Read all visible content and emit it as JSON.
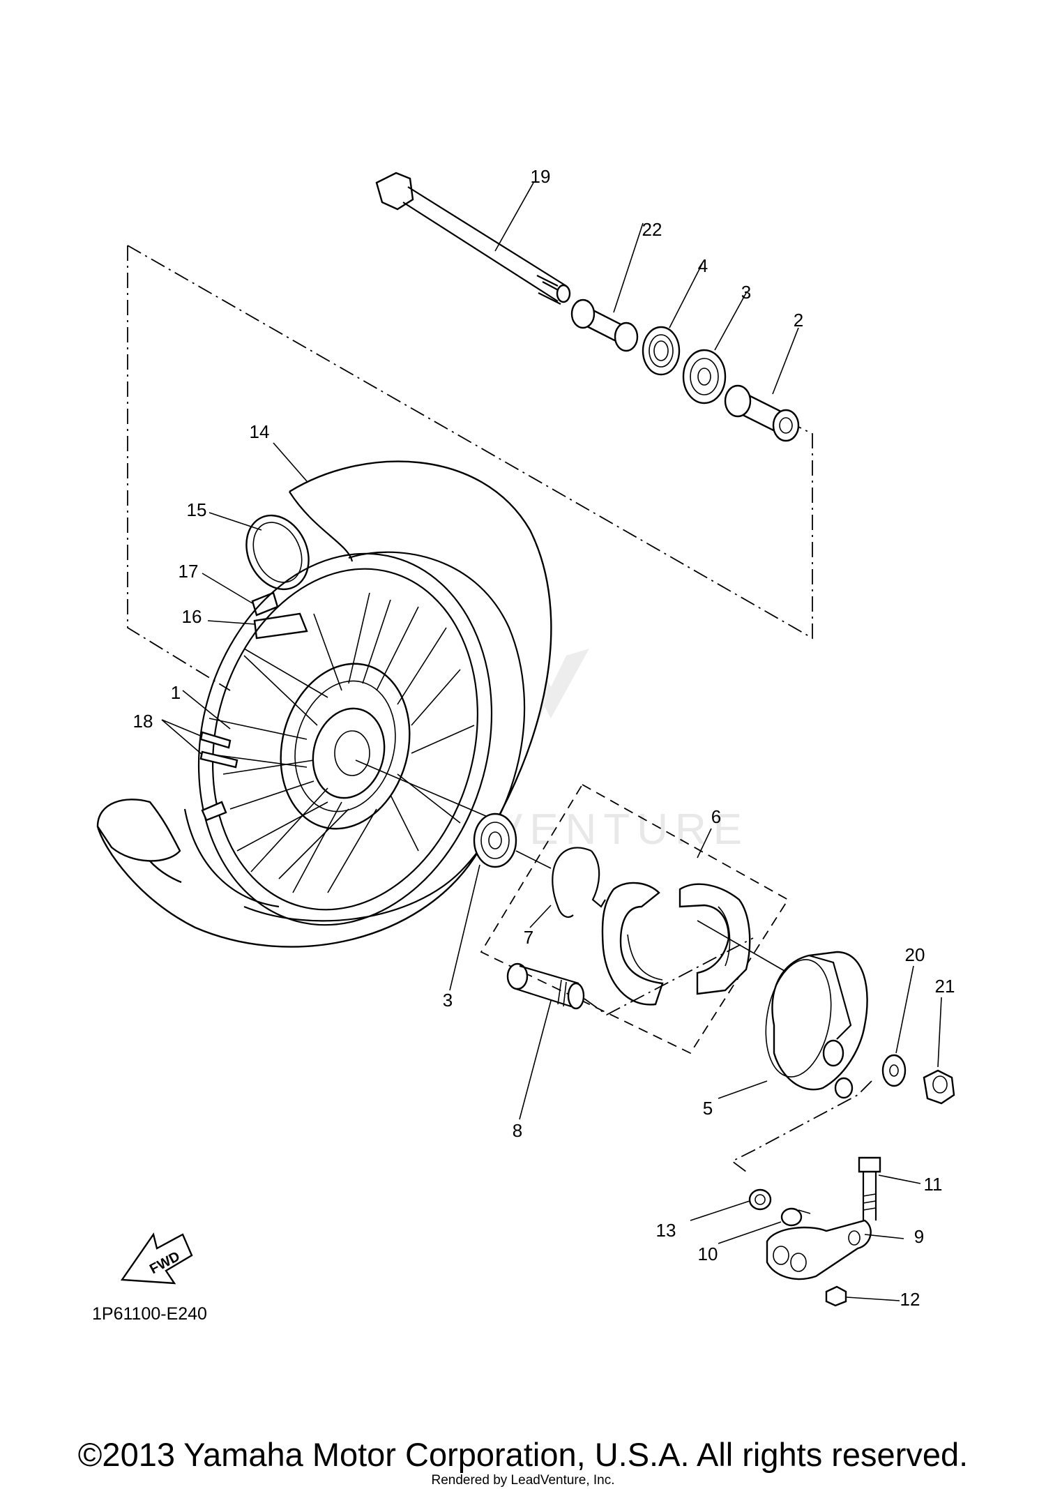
{
  "diagram": {
    "callouts": [
      {
        "id": "c19",
        "label": "19"
      },
      {
        "id": "c22",
        "label": "22"
      },
      {
        "id": "c4",
        "label": "4"
      },
      {
        "id": "c3a",
        "label": "3"
      },
      {
        "id": "c2",
        "label": "2"
      },
      {
        "id": "c14",
        "label": "14"
      },
      {
        "id": "c15",
        "label": "15"
      },
      {
        "id": "c17",
        "label": "17"
      },
      {
        "id": "c16",
        "label": "16"
      },
      {
        "id": "c1",
        "label": "1"
      },
      {
        "id": "c18",
        "label": "18"
      },
      {
        "id": "c6",
        "label": "6"
      },
      {
        "id": "c7",
        "label": "7"
      },
      {
        "id": "c3b",
        "label": "3"
      },
      {
        "id": "c20",
        "label": "20"
      },
      {
        "id": "c21",
        "label": "21"
      },
      {
        "id": "c5",
        "label": "5"
      },
      {
        "id": "c8",
        "label": "8"
      },
      {
        "id": "c11",
        "label": "11"
      },
      {
        "id": "c13",
        "label": "13"
      },
      {
        "id": "c9",
        "label": "9"
      },
      {
        "id": "c10",
        "label": "10"
      },
      {
        "id": "c12",
        "label": "12"
      }
    ],
    "fwd_label": "FWD",
    "diagram_code": "1P61100-E240",
    "watermark": "LEADVENTURE"
  },
  "footer": {
    "copyright": "©2013 Yamaha Motor Corporation, U.S.A. All rights reserved.",
    "rendered_by": "Rendered by LeadVenture, Inc."
  }
}
